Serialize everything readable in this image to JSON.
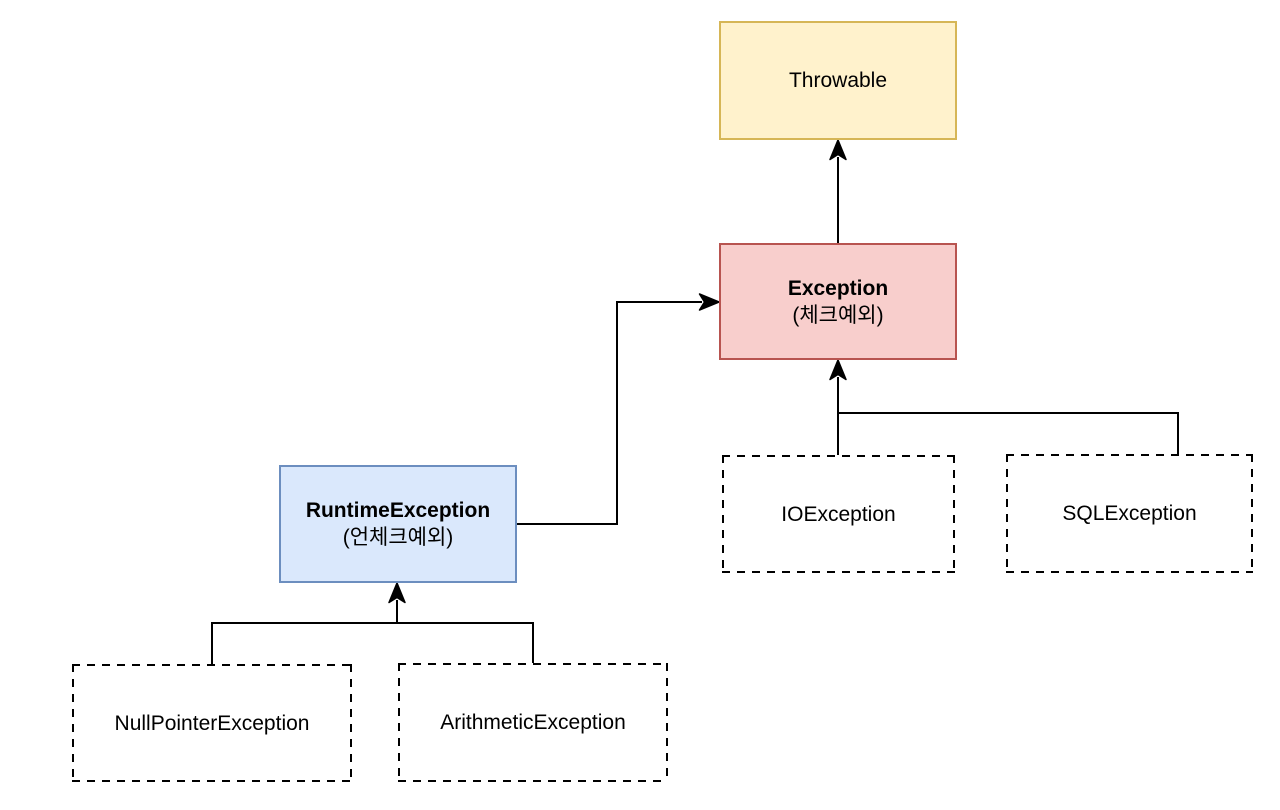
{
  "canvas": {
    "background": "#ffffff",
    "edge_color": "#000000",
    "text_color": "#000000"
  },
  "nodes": {
    "throwable": {
      "label": "Throwable",
      "fill": "#fff2cc",
      "border": "#d6b656",
      "style": "solid"
    },
    "exception": {
      "label": "Exception",
      "sublabel": "(체크예외)",
      "fill": "#f8cecc",
      "border": "#b85450",
      "style": "solid"
    },
    "runtimeException": {
      "label": "RuntimeException",
      "sublabel": "(언체크예외)",
      "fill": "#dae8fc",
      "border": "#6c8ebf",
      "style": "solid"
    },
    "ioException": {
      "label": "IOException",
      "fill": "#ffffff",
      "border": "#000000",
      "style": "dashed"
    },
    "sqlException": {
      "label": "SQLException",
      "fill": "#ffffff",
      "border": "#000000",
      "style": "dashed"
    },
    "nullPointerException": {
      "label": "NullPointerException",
      "fill": "#ffffff",
      "border": "#000000",
      "style": "dashed"
    },
    "arithmeticException": {
      "label": "ArithmeticException",
      "fill": "#ffffff",
      "border": "#000000",
      "style": "dashed"
    }
  },
  "edges": [
    {
      "from": "Exception",
      "to": "Throwable",
      "arrow": true
    },
    {
      "from": "RuntimeException",
      "to": "Exception",
      "arrow": true
    },
    {
      "from": "IOException",
      "to": "Exception",
      "arrow": true
    },
    {
      "from": "SQLException",
      "to": "Exception",
      "arrow": false
    },
    {
      "from": "NullPointerException",
      "to": "RuntimeException",
      "arrow": true
    },
    {
      "from": "ArithmeticException",
      "to": "RuntimeException",
      "arrow": true
    }
  ]
}
